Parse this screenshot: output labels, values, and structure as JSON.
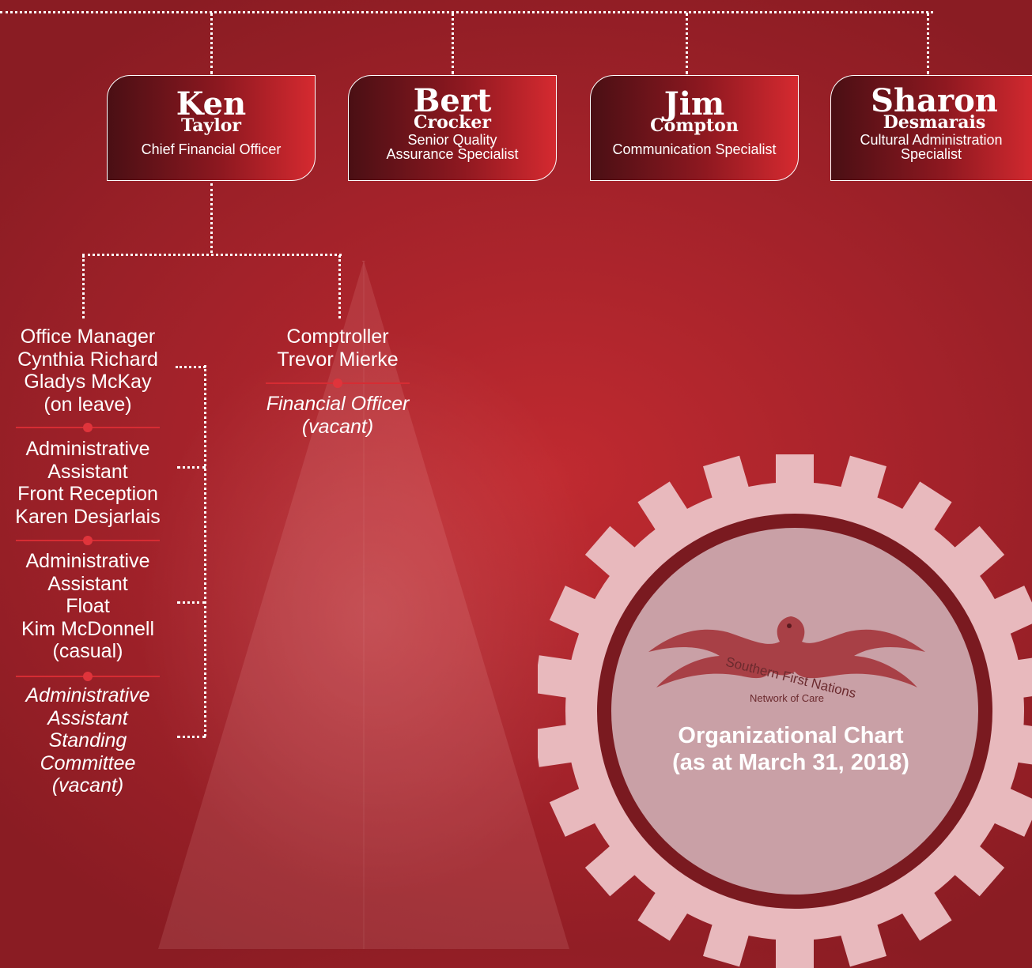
{
  "managers": [
    {
      "first": "Ken",
      "last": "Taylor",
      "role": [
        "Chief Financial Officer"
      ]
    },
    {
      "first": "Bert",
      "last": "Crocker",
      "role": [
        "Senior Quality",
        "Assurance Specialist"
      ]
    },
    {
      "first": "Jim",
      "last": "Compton",
      "role": [
        "Communication Specialist"
      ]
    },
    {
      "first": "Sharon",
      "last": "Desmarais",
      "role": [
        "Cultural Administration",
        "Specialist"
      ]
    }
  ],
  "office_staff": [
    {
      "lines": [
        "Office Manager",
        "Cynthia Richard",
        "Gladys McKay",
        "(on leave)"
      ],
      "vacant": false
    },
    {
      "lines": [
        "Administrative",
        "Assistant",
        "Front Reception",
        "Karen Desjarlais"
      ],
      "vacant": false
    },
    {
      "lines": [
        "Administrative",
        "Assistant",
        "Float",
        "Kim McDonnell",
        "(casual)"
      ],
      "vacant": false
    },
    {
      "lines": [
        "Administrative",
        "Assistant",
        "Standing",
        "Committee",
        "(vacant)"
      ],
      "vacant": true
    }
  ],
  "finance_staff": [
    {
      "lines": [
        "Comptroller",
        "Trevor Mierke"
      ],
      "vacant": false
    },
    {
      "lines": [
        "Financial Officer",
        "(vacant)"
      ],
      "vacant": true
    }
  ],
  "logo": {
    "name": "Southern First Nations",
    "tagline": "Network of Care"
  },
  "chart_title": [
    "Organizational Chart",
    "(as at March 31, 2018)"
  ],
  "colors": {
    "background": "#a3222a",
    "card_dark": "#4a0f14",
    "card_light": "#d52a30",
    "separator": "#d62c33",
    "gear": "#e8b9bd",
    "ring": "#7a1a20",
    "inner": "#c9a0a6"
  }
}
